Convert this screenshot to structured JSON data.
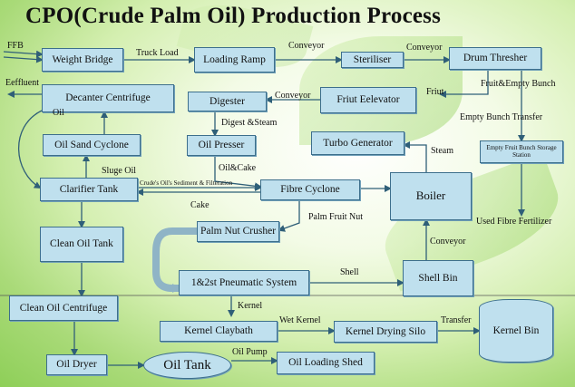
{
  "title": "CPO(Crude Palm Oil) Production Process",
  "nodes": {
    "weight_bridge": "Weight Bridge",
    "loading_ramp": "Loading Ramp",
    "steriliser": "Steriliser",
    "drum_thresher": "Drum Thresher",
    "decanter_centrifuge": "Decanter Centrifuge",
    "digester": "Digester",
    "fruit_elevator": "Friut Eelevator",
    "oil_sand_cyclone": "Oil Sand Cyclone",
    "oil_presser": "Oil Presser",
    "turbo_generator": "Turbo Generator",
    "efb_storage": "Empty Fruit Bunch Storage Station",
    "clarifier_tank": "Clarifier Tank",
    "fibre_cyclone": "Fibre Cyclone",
    "boiler": "Boiler",
    "palm_nut_crusher": "Palm Nut Crusher",
    "clean_oil_tank": "Clean Oil Tank",
    "pneumatic_system": "1&2st Pneumatic System",
    "shell_bin": "Shell Bin",
    "clean_oil_centrifuge": "Clean Oil Centrifuge",
    "kernel_claybath": "Kernel Claybath",
    "kernel_drying_silo": "Kernel Drying Silo",
    "kernel_bin": "Kernel Bin",
    "oil_dryer": "Oil Dryer",
    "oil_tank": "Oil Tank",
    "oil_loading_shed": "Oil Loading Shed"
  },
  "labels": {
    "ffb": "FFB",
    "truck_load": "Truck Load",
    "conveyor_1": "Conveyor",
    "conveyor_2": "Conveyor",
    "conveyor_3": "Conveyor",
    "conveyor_4": "Conveyor",
    "eeffluent": "Eeffluent",
    "oil_1": "Oil",
    "fruit_empty_bunch": "Fruit&Empty Bunch",
    "fruit": "Friut",
    "empty_bunch_transfer": "Empty Bunch Transfer",
    "digest_steam": "Digest &Steam",
    "steam": "Steam",
    "oil_cake": "Oil&Cake",
    "sluge_oil": "Sluge Oil",
    "sediment": "Crude's Oil's Sediment & Filteration",
    "cake": "Cake",
    "palm_fruit_nut": "Palm Fruit Nut",
    "used_fibre": "Used Fibre Fertilizer",
    "shell": "Shell",
    "kernel": "Kernel",
    "wet_kernel": "Wet Kernel",
    "transfer": "Transfer",
    "oil_pump": "Oil Pump"
  }
}
